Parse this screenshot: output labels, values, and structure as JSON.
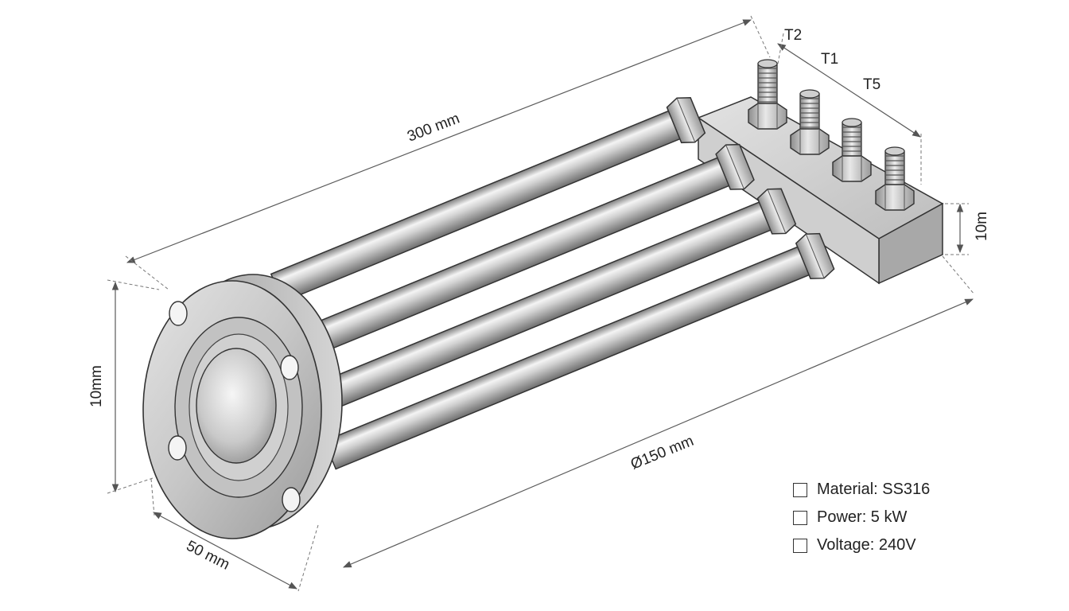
{
  "dimensions": {
    "length": "300 mm",
    "flange_height": "10mm",
    "flange_depth": "50 mm",
    "diameter": "Ø150 mm",
    "block_height": "10m"
  },
  "terminals": [
    "T2",
    "T1",
    "T5"
  ],
  "specs": [
    {
      "label": "Material: SS316"
    },
    {
      "label": "Power: 5 kW"
    },
    {
      "label": "Voltage: 240V"
    }
  ],
  "colors": {
    "line": "#333333",
    "metal_light": "#eeeeee",
    "metal_dark": "#8a8a8a"
  }
}
